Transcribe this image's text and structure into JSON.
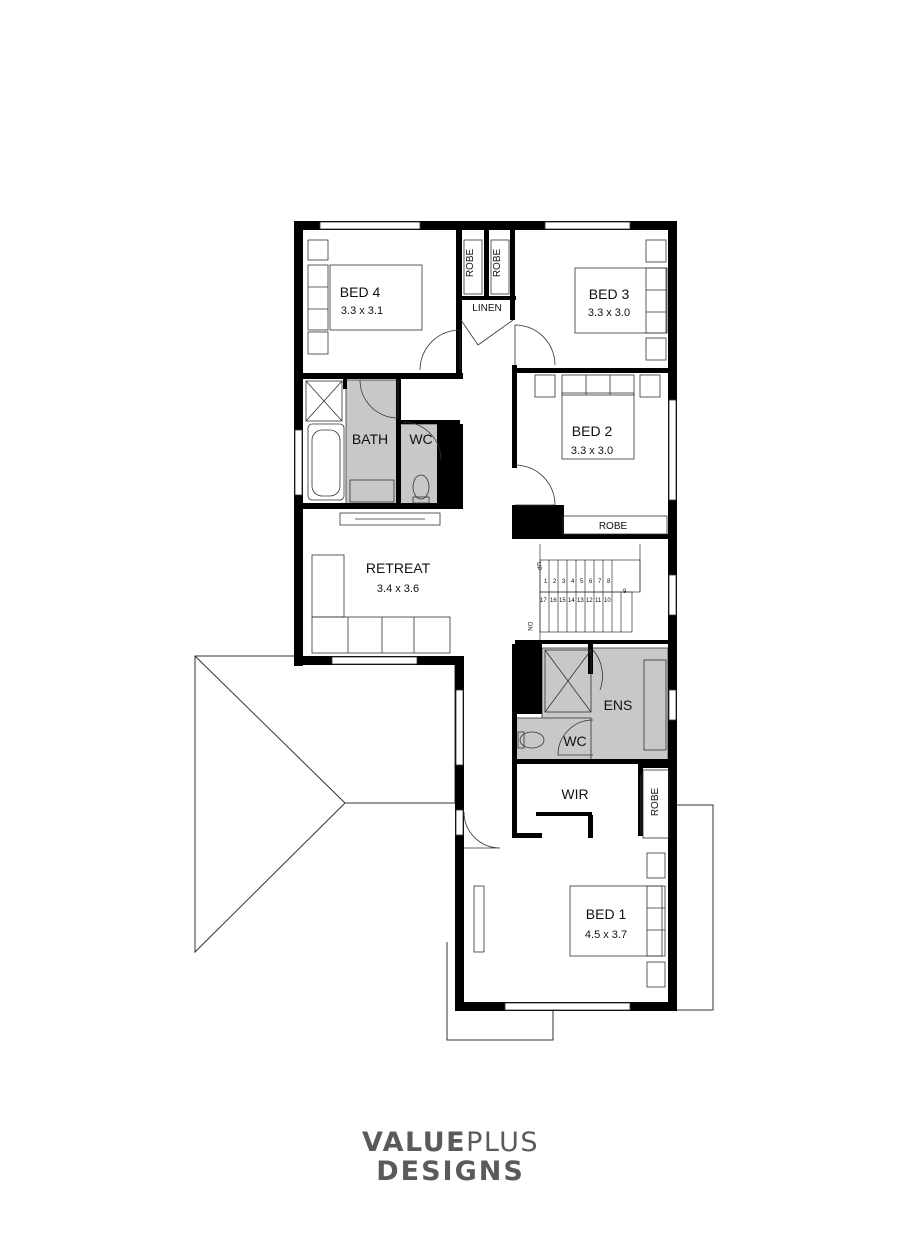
{
  "rooms": {
    "bed4": {
      "name": "BED 4",
      "size": "3.3 x 3.1"
    },
    "bed3": {
      "name": "BED 3",
      "size": "3.3 x 3.0"
    },
    "bed2": {
      "name": "BED 2",
      "size": "3.3 x 3.0"
    },
    "bed1": {
      "name": "BED 1",
      "size": "4.5 x 3.7"
    },
    "retreat": {
      "name": "RETREAT",
      "size": "3.4 x 3.6"
    },
    "bath": {
      "name": "BATH"
    },
    "wc_main": {
      "name": "WC"
    },
    "wc_ens": {
      "name": "WC"
    },
    "ens": {
      "name": "ENS"
    },
    "wir": {
      "name": "WIR"
    },
    "linen": {
      "name": "LINEN"
    },
    "robe_bed4": {
      "name": "ROBE"
    },
    "robe_bed3": {
      "name": "ROBE"
    },
    "robe_bed2": {
      "name": "ROBE"
    },
    "robe_bed1": {
      "name": "ROBE"
    }
  },
  "stairs": {
    "direction_label": "DN",
    "upper_steps": [
      "1",
      "2",
      "3",
      "4",
      "5",
      "6",
      "7",
      "8"
    ],
    "lower_steps": [
      "17",
      "16",
      "15",
      "14",
      "13",
      "12",
      "11",
      "10"
    ],
    "landing_step": "9",
    "up_label": "UP"
  },
  "logo": {
    "line1_a": "VALUE",
    "line1_b": "PLUS",
    "line2": "DESIGNS"
  },
  "colors": {
    "wall": "#000000",
    "wet_area": "#c8c8c8",
    "line": "#333333",
    "text": "#111111",
    "logo": "#5a5a5a"
  }
}
